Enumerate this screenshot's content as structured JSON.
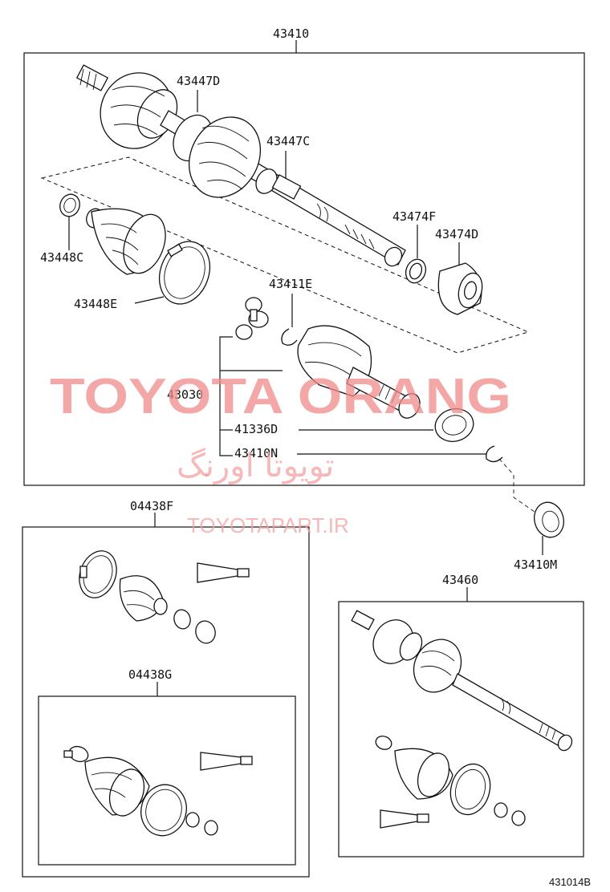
{
  "labels": {
    "assy_front": "43410",
    "boot_clamp_d": "43447D",
    "boot_clamp_c": "43447C",
    "ring_f": "43474F",
    "damper_d": "43474D",
    "boot_clamp_c2": "43448C",
    "boot_clamp_e": "43448E",
    "snap_ring_e": "43411E",
    "inboard_joint": "43030",
    "oil_seal": "41336D",
    "snap_ring_n": "43410N",
    "bearing_m": "43410M",
    "boot_kit_f": "04438F",
    "boot_kit_g": "04438G",
    "assy_rear": "43460"
  },
  "watermark": {
    "main": "TOYOTA ORANG",
    "persian": "تویوتا اورنگ",
    "site": "TOYOTAPART.IR"
  },
  "diagram_code": "431014B"
}
